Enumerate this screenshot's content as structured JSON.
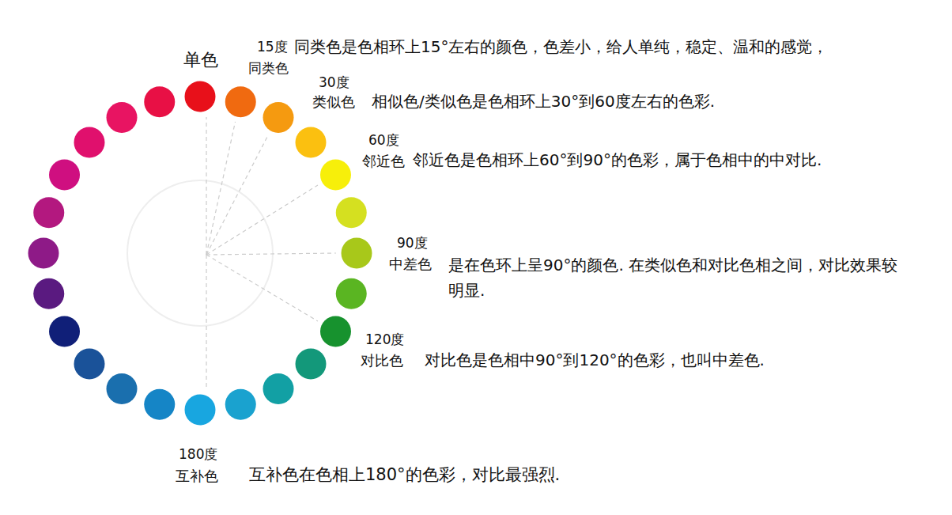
{
  "diagram": {
    "labels": [
      "单色",
      "15度",
      "同类色",
      "同类色是色相环上15°左右的颜色，色差小，给人单纯，稳定、温和的感觉，",
      "30度",
      "类似色",
      "相似色/类似色是色相环上30°到60度左右的色彩.",
      "60度",
      "邻近色",
      "邻近色是色相环上60°到90°的色彩，属于色相中的中对比.",
      "90度",
      "中差色",
      "是在色环上呈90°的颜色. 在类似色和对比色相之间，对比效果较明显.",
      "120度",
      "对比色",
      "对比色是色相中90°到120°的色彩，也叫中差色.",
      "180度",
      "互补色",
      "互补色在色相上180°的色彩，对比最强烈."
    ]
  }
}
